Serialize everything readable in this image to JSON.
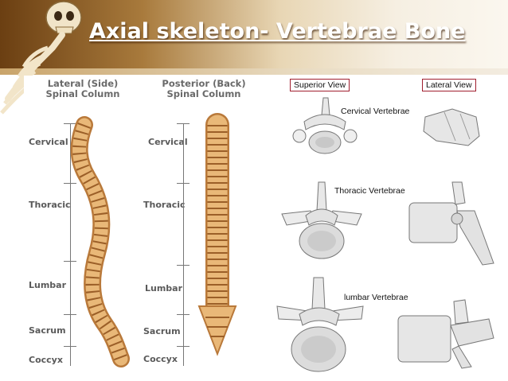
{
  "slide": {
    "title": "Axial skeleton- Vertebrae Bone"
  },
  "lateral_column": {
    "heading_line1": "Lateral (Side)",
    "heading_line2": "Spinal Column",
    "labels": [
      "Cervical",
      "Thoracic",
      "Lumbar",
      "Sacrum",
      "Coccyx"
    ]
  },
  "posterior_column": {
    "heading_line1": "Posterior (Back)",
    "heading_line2": "Spinal Column",
    "labels": [
      "Cervical",
      "Thoracic",
      "Lumbar",
      "Sacrum",
      "Coccyx"
    ]
  },
  "vertebrae_panel": {
    "superior_view_label": "Superior View",
    "lateral_view_label": "Lateral View",
    "cervical_label": "Cervical Vertebrae",
    "thoracic_label": "Thoracic Vertebrae",
    "lumbar_label": "lumbar Vertebrae"
  },
  "colors": {
    "accent_border": "#a01e2e",
    "bone": "#e9b878",
    "bone_dark": "#b9793a",
    "header_dark": "#6b3f12"
  }
}
